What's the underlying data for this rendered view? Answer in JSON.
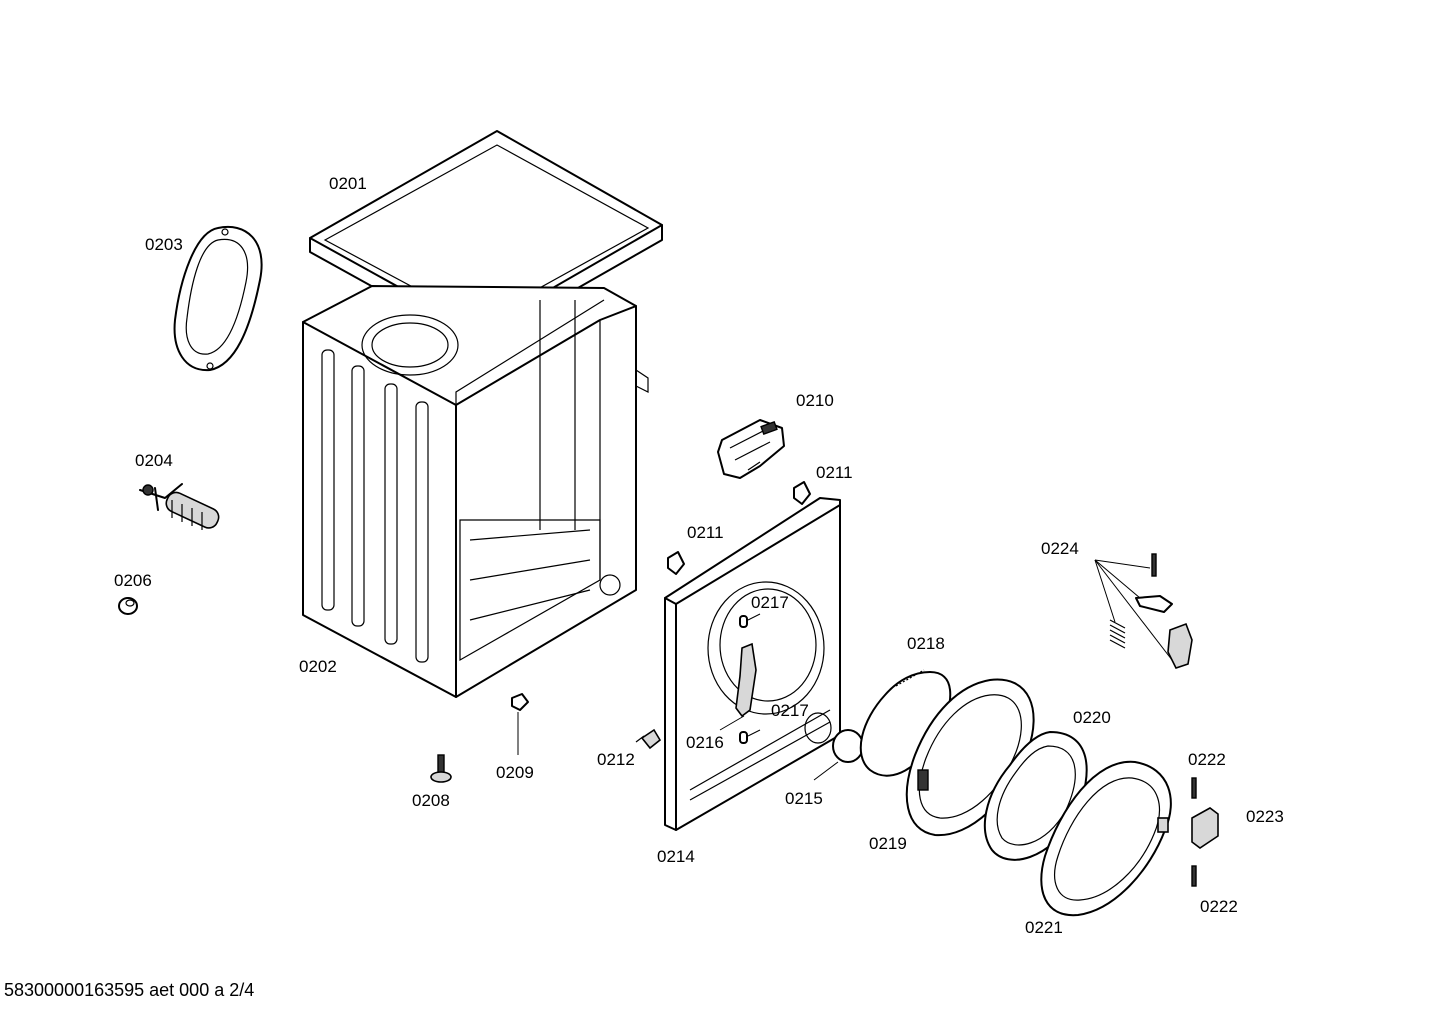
{
  "labels": {
    "p0201": "0201",
    "p0202": "0202",
    "p0203": "0203",
    "p0204": "0204",
    "p0206": "0206",
    "p0208": "0208",
    "p0209": "0209",
    "p0210": "0210",
    "p0211a": "0211",
    "p0211b": "0211",
    "p0212": "0212",
    "p0214": "0214",
    "p0215": "0215",
    "p0216": "0216",
    "p0217a": "0217",
    "p0217b": "0217",
    "p0218": "0218",
    "p0219": "0219",
    "p0220": "0220",
    "p0221": "0221",
    "p0222a": "0222",
    "p0222b": "0222",
    "p0223": "0223",
    "p0224": "0224"
  },
  "footer": "58300000163595 aet 000 a 2/4"
}
